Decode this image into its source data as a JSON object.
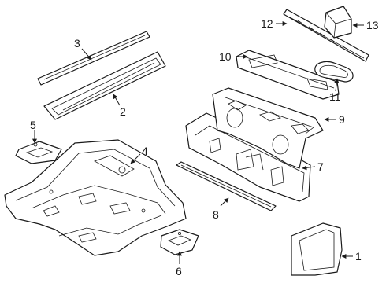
{
  "diagram": {
    "background": "#ffffff",
    "line_color": "#1a1a1a",
    "callouts": [
      "1",
      "2",
      "3",
      "4",
      "5",
      "6",
      "7",
      "8",
      "9",
      "10",
      "11",
      "12",
      "13"
    ]
  }
}
